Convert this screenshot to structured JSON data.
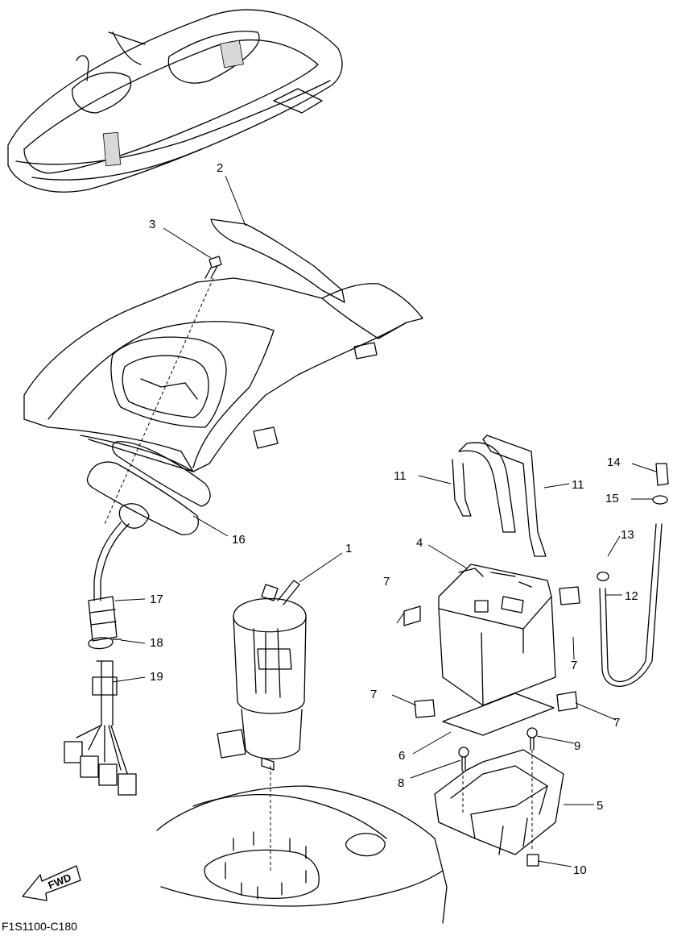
{
  "diagram": {
    "code": "F1S1100-C180",
    "fwd_label": "FWD",
    "callouts": [
      "1",
      "2",
      "3",
      "4",
      "5",
      "6",
      "7",
      "7",
      "7",
      "7",
      "8",
      "9",
      "10",
      "11",
      "11",
      "12",
      "13",
      "14",
      "15",
      "16",
      "17",
      "18",
      "19"
    ]
  }
}
